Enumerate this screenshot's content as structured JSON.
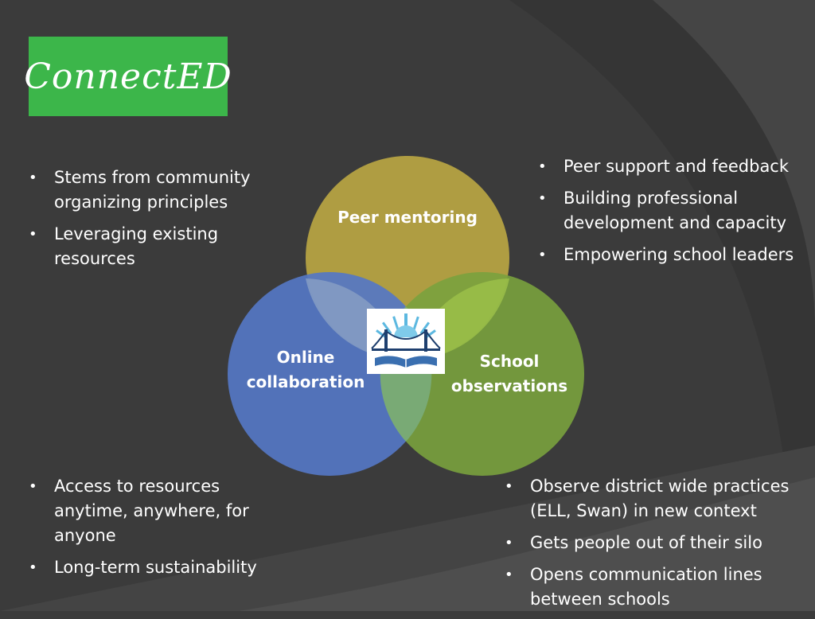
{
  "logo": {
    "text": "ConnectED",
    "color": "#3cb64a"
  },
  "circles": {
    "peer": {
      "label": "Peer mentoring",
      "color": "#b5a242"
    },
    "online": {
      "label": "Online collaboration",
      "color": "#5577c4"
    },
    "school": {
      "label": "School observations",
      "color": "#7aa23e"
    }
  },
  "emblem": {
    "icon": "bridge-book-logo-icon"
  },
  "bullets": {
    "top_left": [
      "Stems from community organizing principles",
      "Leveraging existing resources"
    ],
    "top_right": [
      "Peer support and feedback",
      "Building professional development and capacity",
      "Empowering school leaders"
    ],
    "bottom_left": [
      "Access to resources anytime, anywhere, for anyone",
      "Long-term sustainability"
    ],
    "bottom_right": [
      "Observe district wide practices (ELL, Swan) in new context",
      "Gets people out of their silo",
      "Opens communication lines between schools"
    ]
  }
}
